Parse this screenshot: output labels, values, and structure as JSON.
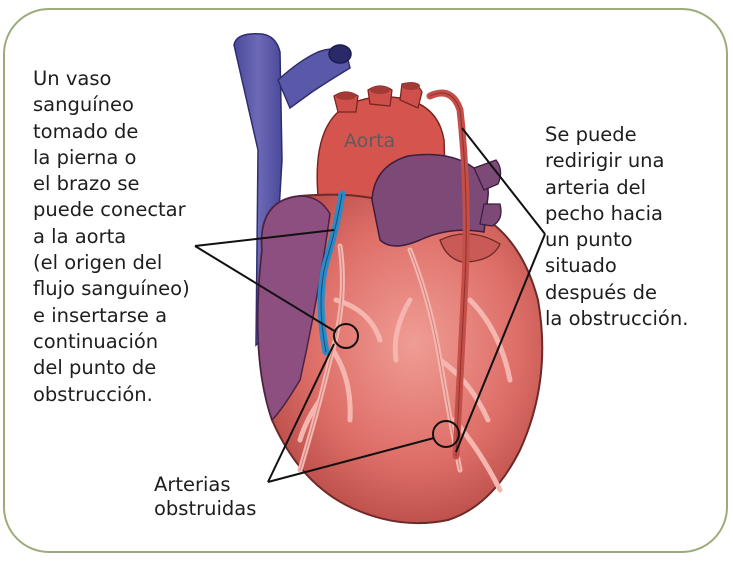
{
  "labels": {
    "left": "Un vaso\nsanguíneo\ntomado de\nla pierna o\nel brazo se\npuede conectar\na la aorta\n(el origen del\nflujo sanguíneo)\ne insertarse a\ncontinuación\ndel punto de\nobstrucción.",
    "right": "Se puede\nredirigir una\narteria del\npecho hacia\nun punto\nsituado\ndespués de\nla obstrucción.",
    "bottom": "Arterias\nobstruidas",
    "aorta": "Aorta"
  },
  "colors": {
    "frame_border": "#9bac7a",
    "vein_blue": "#5c5aa8",
    "heart_red": "#d9625e",
    "heart_light": "#eb9a93",
    "heart_purple": "#8a4f7e",
    "graft_blue": "#2f8ec9",
    "mammary_artery": "#c9584f",
    "coronary_pink": "#f3b4ad",
    "leader_line": "#111111"
  }
}
